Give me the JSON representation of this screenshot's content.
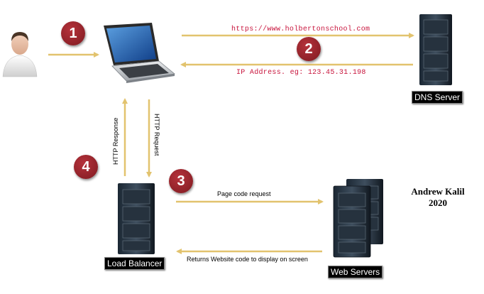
{
  "steps": [
    "1",
    "2",
    "3",
    "4"
  ],
  "arrows": {
    "url": "https://www.holbertonschool.com",
    "ip": "IP Address. eg: 123.45.31.198",
    "http_request": "HTTP Request",
    "http_response": "HTTP Response",
    "page_request": "Page code request",
    "returns": "Returns Website code to display on screen"
  },
  "nodes": {
    "dns": "DNS Server",
    "load_balancer": "Load Balancer",
    "web_servers": "Web Servers"
  },
  "author": {
    "name": "Andrew Kalil",
    "year": "2020"
  },
  "colors": {
    "arrow": "#e2c36e",
    "badge": "#9b2128",
    "mono_text": "#c8143c"
  },
  "icons": [
    "user-icon",
    "laptop-icon",
    "server-icon"
  ]
}
